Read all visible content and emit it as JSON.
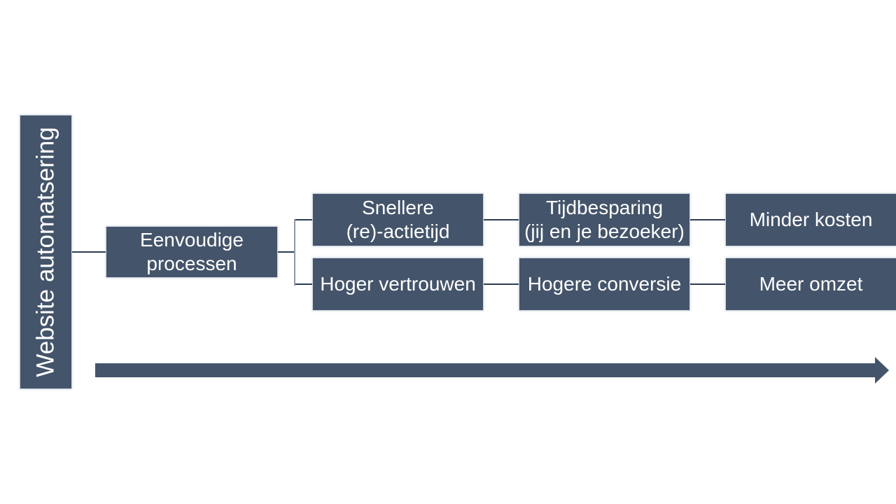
{
  "diagram": {
    "title": "Website automatsering",
    "nodes": {
      "root": "Eenvoudige\nprocessen",
      "r1c2": "Snellere\n(re)-actietijd",
      "r2c2": "Hoger vertrouwen",
      "r1c3": "Tijdbesparing\n(jij en je bezoeker)",
      "r2c3": "Hogere conversie",
      "r1c4": "Minder kosten",
      "r2c4": "Meer omzet"
    },
    "colors": {
      "node_fill": "#44546A",
      "node_border": "#D2D9E2",
      "connector": "#2E3D51",
      "connector_vertical": "#8F9AA9",
      "arrow": "#44546A",
      "text": "#FFFFFF"
    }
  }
}
